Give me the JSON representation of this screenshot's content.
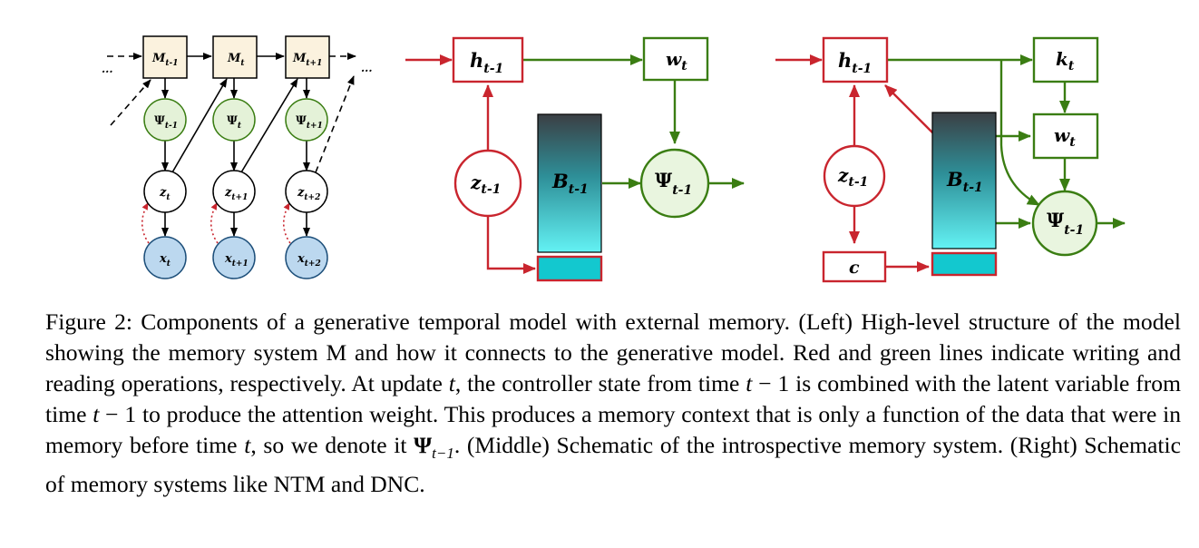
{
  "figure": {
    "left_panel": {
      "memory_nodes": [
        "M",
        "M",
        "M"
      ],
      "memory_subs": [
        "t-1",
        "t",
        "t+1"
      ],
      "context_nodes": [
        "Ψ",
        "Ψ",
        "Ψ"
      ],
      "context_subs": [
        "t-1",
        "t",
        "t+1"
      ],
      "latent_nodes": [
        "z",
        "z",
        "z"
      ],
      "latent_subs": [
        "t",
        "t+1",
        "t+2"
      ],
      "observed_nodes": [
        "x",
        "x",
        "x"
      ],
      "observed_subs": [
        "t",
        "t+1",
        "t+2"
      ],
      "ellipsis_left": "...",
      "ellipsis_right": "..."
    },
    "middle_panel": {
      "controller": "h",
      "controller_sub": "t-1",
      "weight": "w",
      "weight_sub": "t",
      "latent": "z",
      "latent_sub": "t-1",
      "memory": "B",
      "memory_sub": "t-1",
      "context": "Ψ",
      "context_sub": "t-1"
    },
    "right_panel": {
      "controller": "h",
      "controller_sub": "t-1",
      "key": "k",
      "key_sub": "t",
      "weight": "w",
      "weight_sub": "t",
      "latent": "z",
      "latent_sub": "t-1",
      "memory": "B",
      "memory_sub": "t-1",
      "context": "Ψ",
      "context_sub": "t-1",
      "c_node": "c"
    },
    "colors": {
      "write": "#c9252e",
      "read": "#3a7d12",
      "memory_node_fill": "#fbf2de",
      "context_node_fill": "#e4f2d8",
      "observed_node_fill": "#bcd8ef",
      "context_ring_fill": "#e9f5df",
      "memory_top": "#3b3f44",
      "memory_bottom": "#63f2f4",
      "slot_fill": "#13c8cf"
    }
  },
  "caption": {
    "label": "Figure 2:",
    "p1": " Components of a generative temporal model with external memory. (Left) High-level structure of the model showing the memory system M and how it connects to the generative model. Red and green lines indicate writing and reading operations, respectively. At update ",
    "t1": "t",
    "p2": ", the controller state from time ",
    "t2": "t",
    "p3": " − 1 is combined with the latent variable from time ",
    "t3": "t",
    "p4": " − 1 to produce the attention weight. This produces a memory context that is only a function of the data that were in memory before time ",
    "t4": "t",
    "p5": ", so we denote it ",
    "psi": "Ψ",
    "psi_sub": "t−1",
    "p6": ". (Middle) Schematic of the introspective memory system. (Right) Schematic of memory systems like NTM and DNC."
  }
}
